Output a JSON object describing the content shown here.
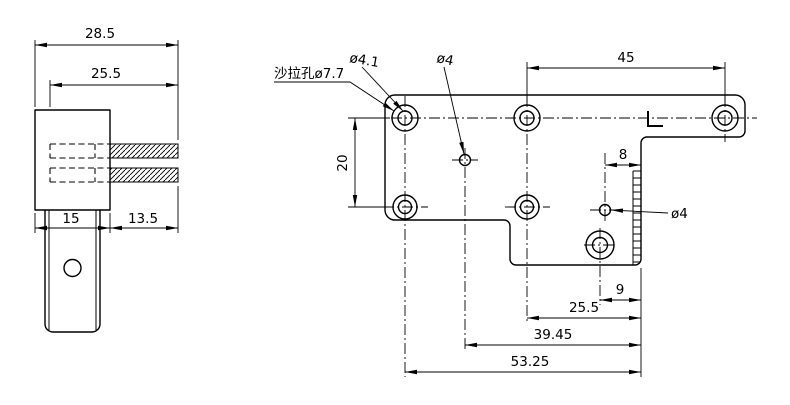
{
  "left_view": {
    "dims": {
      "overall_width": "28.5",
      "upper_width": "25.5",
      "body_width": "15",
      "stud_length": "13.5"
    }
  },
  "right_view": {
    "labels": {
      "countersink_hole": "沙拉孔ø7.7",
      "hole_dia_top_left": "ø4.1",
      "hole_dia_mid": "ø4",
      "hole_dia_right": "ø4"
    },
    "dims": {
      "top_hole_span": "45",
      "left_hole_span": "20",
      "right_hole_offset": "8",
      "large_hole_offset": "9",
      "span_mid": "25.5",
      "span_small_hole": "39.45",
      "span_overall": "53.25"
    }
  }
}
